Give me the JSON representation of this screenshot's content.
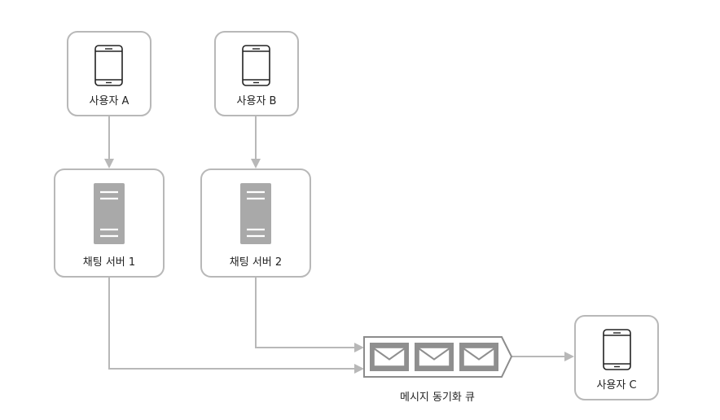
{
  "nodes": {
    "user_a": {
      "label": "사용자 A",
      "icon": "smartphone-icon"
    },
    "user_b": {
      "label": "사용자 B",
      "icon": "smartphone-icon"
    },
    "user_c": {
      "label": "사용자 C",
      "icon": "smartphone-icon"
    },
    "chat_server_1": {
      "label": "채팅 서버 1",
      "icon": "server-icon"
    },
    "chat_server_2": {
      "label": "채팅 서버 2",
      "icon": "server-icon"
    },
    "queue": {
      "label": "메시지 동기화 큐",
      "icon": "envelope-icon",
      "message_count": 3
    }
  },
  "edges": [
    {
      "from": "user_a",
      "to": "chat_server_1"
    },
    {
      "from": "user_b",
      "to": "chat_server_2"
    },
    {
      "from": "chat_server_1",
      "to": "queue"
    },
    {
      "from": "chat_server_2",
      "to": "queue"
    },
    {
      "from": "queue",
      "to": "user_c"
    }
  ],
  "colors": {
    "box_border": "#b8b8b8",
    "connector": "#b8b8b8",
    "server_fill": "#a9a9a9",
    "queue_stroke": "#8c8c8c",
    "text": "#222222"
  }
}
